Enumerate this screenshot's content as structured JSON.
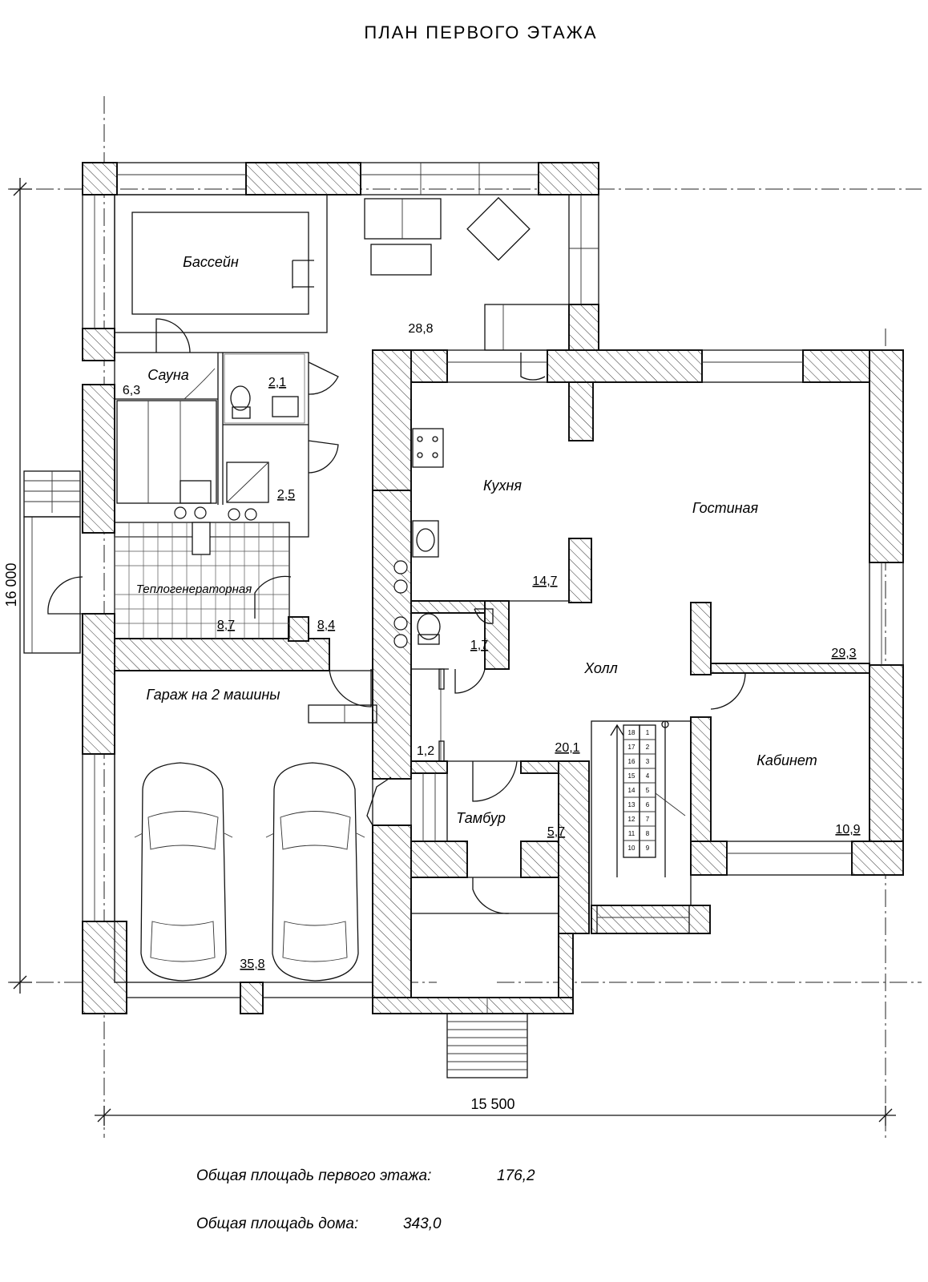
{
  "title": "ПЛАН  ПЕРВОГО  ЭТАЖА",
  "dimensions": {
    "height": "16 000",
    "width": "15 500"
  },
  "rooms": {
    "pool": {
      "name": "Бассейн"
    },
    "pool_hall": {
      "area": "28,8"
    },
    "sauna": {
      "name": "Сауна",
      "area": "6,3"
    },
    "wc1": {
      "area": "2,1"
    },
    "shower": {
      "area": "2,5"
    },
    "boiler": {
      "name": "Теплогенераторная",
      "area": "8,7"
    },
    "corridor": {
      "area": "8,4"
    },
    "garage": {
      "name": "Гараж на 2 машины",
      "area": "35,8"
    },
    "kitchen": {
      "name": "Кухня",
      "area": "14,7"
    },
    "living": {
      "name": "Гостиная",
      "area": "29,3"
    },
    "wc2": {
      "area": "1,7"
    },
    "hall": {
      "name": "Холл",
      "area": "20,1"
    },
    "closet": {
      "area": "1,2"
    },
    "study": {
      "name": "Кабинет",
      "area": "10,9"
    },
    "vestibule": {
      "name": "Тамбур",
      "area": "5,7"
    }
  },
  "stairs": {
    "left_steps": [
      "18",
      "17",
      "16",
      "15",
      "14",
      "13",
      "12",
      "11",
      "10"
    ],
    "right_steps": [
      "1",
      "2",
      "3",
      "4",
      "5",
      "6",
      "7",
      "8",
      "9"
    ]
  },
  "summary": {
    "floor_label": "Общая  площадь  первого  этажа:",
    "floor_value": "176,2",
    "house_label": "Общая  площадь  дома:",
    "house_value": "343,0"
  }
}
